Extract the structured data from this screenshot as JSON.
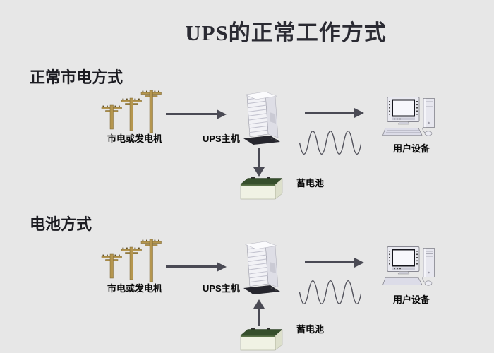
{
  "page": {
    "title": "UPS的正常工作方式"
  },
  "sections": [
    {
      "heading": "正常市电方式",
      "source_label": "市电或发电机",
      "ups_label": "UPS主机",
      "device_label": "用户设备",
      "battery_label": "蓄电池",
      "battery_arrow_direction": "down"
    },
    {
      "heading": "电池方式",
      "source_label": "市电或发电机",
      "ups_label": "UPS主机",
      "device_label": "用户设备",
      "battery_label": "蓄电池",
      "battery_arrow_direction": "up"
    }
  ],
  "icons": {
    "poles": "utility-poles-icon",
    "ups": "ups-tower-icon",
    "sine": "sine-wave-icon",
    "computer": "desktop-computer-icon",
    "battery": "battery-icon"
  },
  "colors": {
    "background": "#e7e7e7",
    "text": "#0a0a0a",
    "arrow": "#4a4a54",
    "pole": "#b5964f",
    "battery_top": "#364f2c",
    "sine_wave": "#50505a"
  }
}
